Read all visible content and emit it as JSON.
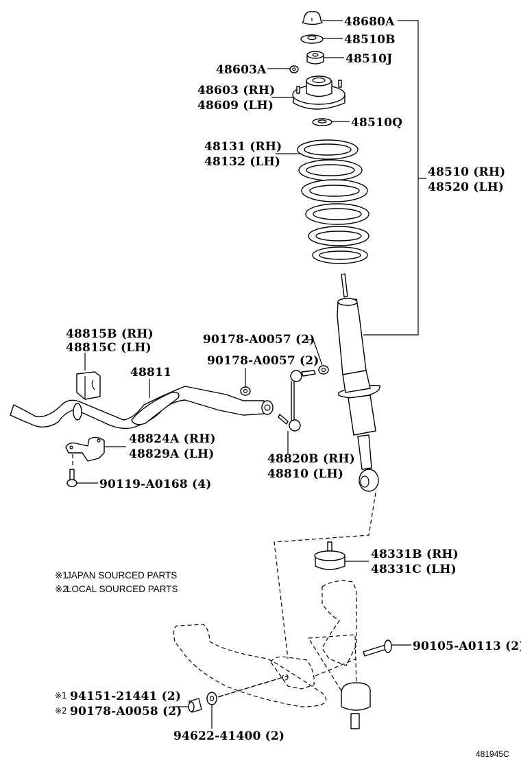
{
  "diagram": {
    "title": "Front spring & shock absorber / stabilizer / lower arm",
    "reference_code": "481945C",
    "notes": [
      {
        "mark": "※1",
        "text": "JAPAN SOURCED PARTS"
      },
      {
        "mark": "※2",
        "text": "LOCAL SOURCED PARTS"
      }
    ],
    "callouts": {
      "c48680A": "48680A",
      "c48510B": "48510B",
      "c48510J": "48510J",
      "c48603A": "48603A",
      "c48603": "48603 (RH)",
      "c48609": "48609 (LH)",
      "c48510Q": "48510Q",
      "c48131": "48131 (RH)",
      "c48132": "48132 (LH)",
      "c48510": "48510 (RH)",
      "c48520": "48520 (LH)",
      "c48815B": "48815B (RH)",
      "c48815C": "48815C (LH)",
      "c48811": "48811",
      "c90178a": "90178-A0057 (2)",
      "c90178b": "90178-A0057 (2)",
      "c48824A": "48824A (RH)",
      "c48829A": "48829A (LH)",
      "c90119": "90119-A0168 (4)",
      "c48820B": "48820B (RH)",
      "c48810": "48810 (LH)",
      "c48331B": "48331B (RH)",
      "c48331C": "48331C (LH)",
      "c90105": "90105-A0113 (2)",
      "c94151_mark": "※1",
      "c94151": "94151-21441 (2)",
      "c90178c_mark": "※2",
      "c90178c": "90178-A0058 (2)",
      "c94622": "94622-41400 (2)"
    }
  }
}
